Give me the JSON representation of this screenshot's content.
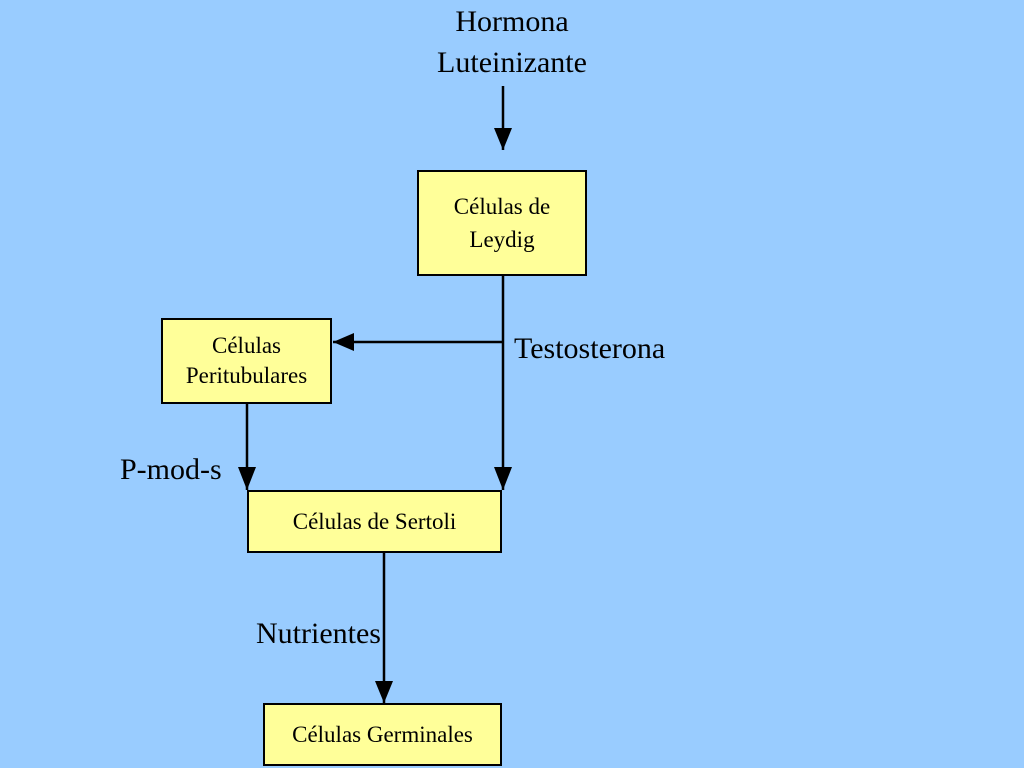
{
  "diagram": {
    "input_label": [
      "Hormona",
      "Luteinizante"
    ],
    "nodes": {
      "leydig": [
        "Células de",
        "Leydig"
      ],
      "peritubulares": [
        "Células",
        "Peritubulares"
      ],
      "sertoli": [
        "Células de Sertoli"
      ],
      "germinales": [
        "Células Germinales"
      ]
    },
    "edge_labels": {
      "testosterona": "Testosterona",
      "pmods": "P-mod-s",
      "nutrientes": "Nutrientes"
    },
    "colors": {
      "background": "#99ccff",
      "node_fill": "#ffff99",
      "stroke": "#000000"
    }
  }
}
